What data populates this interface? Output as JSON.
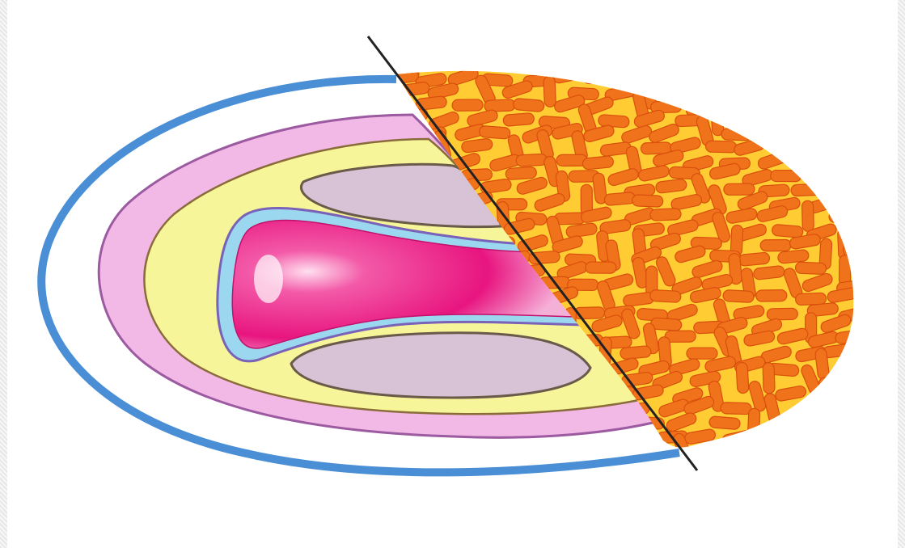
{
  "diagram": {
    "colors": {
      "background": "#ffffff",
      "outer_membrane": "#4a8fd6",
      "outer_layer_fill": "#f2b8e6",
      "layer_outline": "#9c5aa0",
      "middle_layer_fill": "#f6f59a",
      "lateral_body_fill": "#d8c3d6",
      "inner_outline_blue": "#6dc6e8",
      "core_fill": "#ee1a86",
      "core_highlight": "#ffc4e6",
      "rod_fill": "#f0731c",
      "rod_outline": "#d94f0c",
      "gap_fill": "#ffcc33",
      "cut_line": "#222222"
    },
    "layers": [
      "outer-membrane",
      "outer-layer",
      "middle-layer",
      "lateral-body-upper",
      "lateral-body-lower",
      "inner-boundary",
      "core",
      "surface-rod-layer",
      "cut-line"
    ]
  }
}
